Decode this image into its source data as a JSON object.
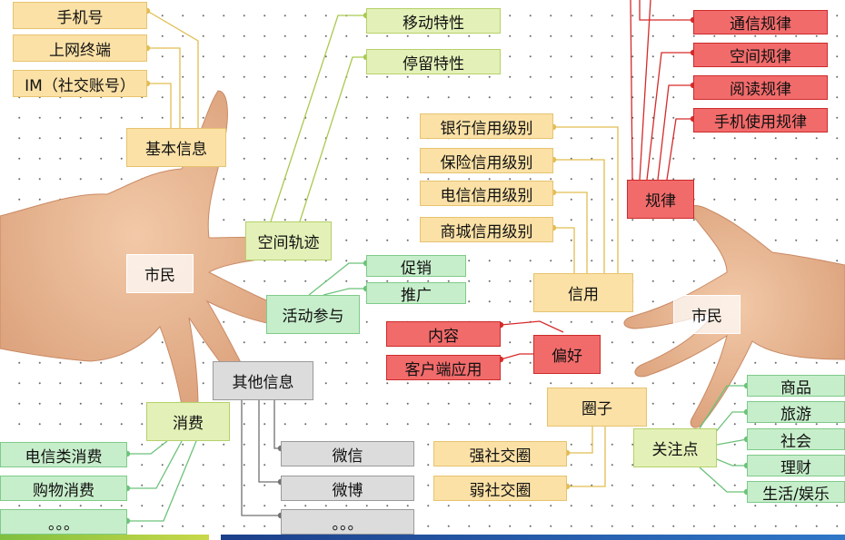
{
  "left_center": "市民",
  "right_center": "市民",
  "basic_info": {
    "title": "基本信息",
    "items": [
      "手机号",
      "上网终端",
      "IM（社交账号）"
    ]
  },
  "trajectory": {
    "title": "空间轨迹",
    "items": [
      "移动特性",
      "停留特性"
    ]
  },
  "activity": {
    "title": "活动参与",
    "items": [
      "促销",
      "推广"
    ]
  },
  "consumption": {
    "title": "消费",
    "items": [
      "电信类消费",
      "购物消费",
      "。。。"
    ]
  },
  "other_info": {
    "title": "其他信息",
    "items": [
      "微信",
      "微博",
      "。。。"
    ]
  },
  "rules": {
    "title": "规律",
    "items": [
      "通信规律",
      "空间规律",
      "阅读规律",
      "手机使用规律"
    ]
  },
  "credit": {
    "title": "信用",
    "items": [
      "银行信用级别",
      "保险信用级别",
      "电信信用级别",
      "商城信用级别"
    ]
  },
  "preference": {
    "title": "偏好",
    "items": [
      "内容",
      "客户端应用"
    ]
  },
  "circles": {
    "title": "圈子",
    "items": [
      "强社交圈",
      "弱社交圈"
    ]
  },
  "focus": {
    "title": "关注点",
    "items": [
      "商品",
      "旅游",
      "社会",
      "理财",
      "生活/娱乐"
    ]
  },
  "colors": {
    "yellow": "#fbe1a6",
    "green": "#c7eecb",
    "light_green": "#e3f1b8",
    "red": "#f26b6b",
    "gray": "#dcdcdc",
    "skin": "#e9b48f"
  }
}
